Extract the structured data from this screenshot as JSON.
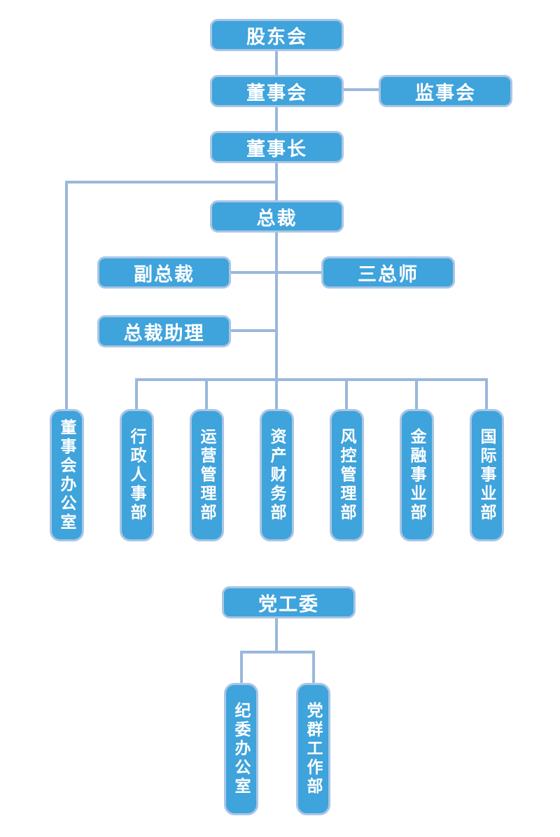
{
  "diagram": {
    "type": "org-chart",
    "colors": {
      "box_fill": "#3fa3dc",
      "box_border": "#a9c6e5",
      "connector_line": "#9ab8da",
      "text": "#ffffff",
      "background": "#ffffff"
    },
    "nodes": {
      "shareholders": {
        "label": "股东会"
      },
      "board": {
        "label": "董事会"
      },
      "supervisory": {
        "label": "监事会"
      },
      "chairman": {
        "label": "董事长"
      },
      "president": {
        "label": "总裁"
      },
      "vp": {
        "label": "副总裁"
      },
      "chiefs": {
        "label": "三总师"
      },
      "assistant": {
        "label": "总裁助理"
      },
      "board_office": {
        "label": "董事会办公室"
      },
      "admin_hr": {
        "label": "行政人事部"
      },
      "operations": {
        "label": "运营管理部"
      },
      "asset_finance": {
        "label": "资产财务部"
      },
      "risk_control": {
        "label": "风控管理部"
      },
      "finance_biz": {
        "label": "金融事业部"
      },
      "intl_biz": {
        "label": "国际事业部"
      },
      "party": {
        "label": "党工委"
      },
      "discipline": {
        "label": "纪委办公室"
      },
      "party_mass": {
        "label": "党群工作部"
      }
    },
    "edges": [
      {
        "from": "股东会",
        "to": "董事会"
      },
      {
        "from": "董事会",
        "to": "监事会",
        "style": "lateral"
      },
      {
        "from": "董事会",
        "to": "董事长"
      },
      {
        "from": "董事长",
        "to": "总裁"
      },
      {
        "from": "董事长",
        "to": "董事会办公室"
      },
      {
        "from": "总裁",
        "to": "副总裁",
        "style": "lateral"
      },
      {
        "from": "总裁",
        "to": "三总师",
        "style": "lateral"
      },
      {
        "from": "总裁",
        "to": "总裁助理",
        "style": "lateral"
      },
      {
        "from": "总裁",
        "to": "行政人事部"
      },
      {
        "from": "总裁",
        "to": "运营管理部"
      },
      {
        "from": "总裁",
        "to": "资产财务部"
      },
      {
        "from": "总裁",
        "to": "风控管理部"
      },
      {
        "from": "总裁",
        "to": "金融事业部"
      },
      {
        "from": "总裁",
        "to": "国际事业部"
      },
      {
        "from": "党工委",
        "to": "纪委办公室"
      },
      {
        "from": "党工委",
        "to": "党群工作部"
      }
    ]
  }
}
